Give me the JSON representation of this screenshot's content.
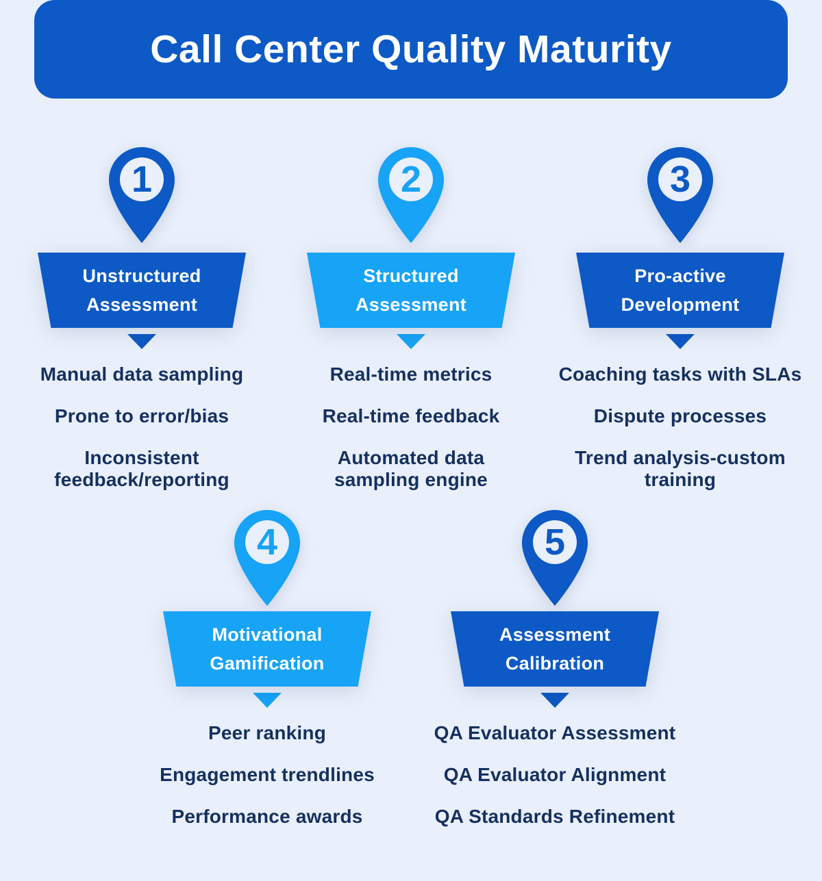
{
  "title": "Call Center Quality Maturity",
  "colors": {
    "dark_blue": "#0d59c5",
    "light_blue": "#17a3f6",
    "background": "#e9effb",
    "text_navy": "#15305f",
    "white": "#ffffff"
  },
  "stages": [
    {
      "number": "1",
      "theme": "dark",
      "label": "Unstructured\nAssessment",
      "items": [
        "Manual data sampling",
        "Prone to error/bias",
        "Inconsistent\nfeedback/reporting"
      ]
    },
    {
      "number": "2",
      "theme": "light",
      "label": "Structured\nAssessment",
      "items": [
        "Real-time metrics",
        "Real-time feedback",
        "Automated data\nsampling engine"
      ]
    },
    {
      "number": "3",
      "theme": "dark",
      "label": "Pro-active\nDevelopment",
      "items": [
        "Coaching tasks with SLAs",
        "Dispute processes",
        "Trend analysis-custom\ntraining"
      ]
    },
    {
      "number": "4",
      "theme": "light",
      "label": "Motivational\nGamification",
      "items": [
        "Peer ranking",
        "Engagement trendlines",
        "Performance awards"
      ]
    },
    {
      "number": "5",
      "theme": "dark",
      "label": "Assessment\nCalibration",
      "items": [
        "QA Evaluator Assessment",
        "QA Evaluator Alignment",
        "QA Standards Refinement"
      ]
    }
  ]
}
